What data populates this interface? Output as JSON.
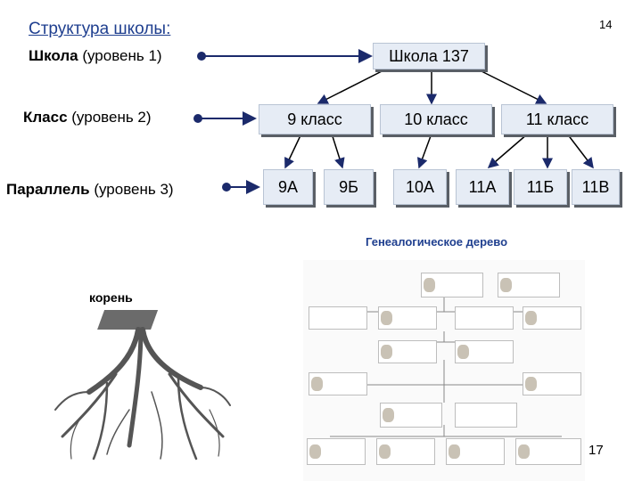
{
  "header": {
    "title": "Структура школы:",
    "page_number": "14"
  },
  "levels": [
    {
      "name": "Школа",
      "suffix": " (уровень 1)"
    },
    {
      "name": "Класс",
      "suffix": " (уровень 2)"
    },
    {
      "name": "Параллель",
      "suffix": " (уровень 3)"
    }
  ],
  "school": "Школа 137",
  "classes": [
    "9 класс",
    "10 класс",
    "11 класс"
  ],
  "parallels": [
    "9А",
    "9Б",
    "10А",
    "11А",
    "11Б",
    "11В"
  ],
  "family_tree": {
    "title": "Генеалогическое дерево",
    "root_label": "корень"
  },
  "footer": {
    "page_number": "17"
  }
}
